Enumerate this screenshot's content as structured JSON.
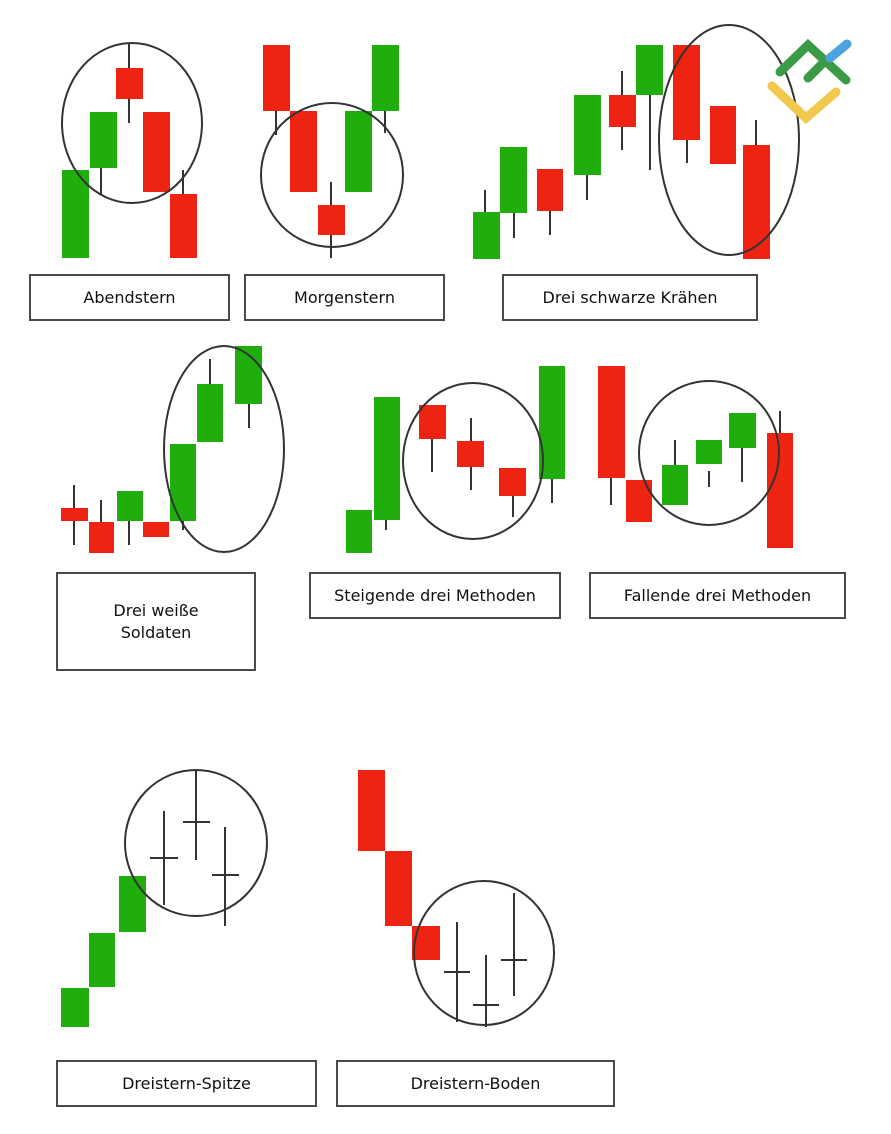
{
  "colors": {
    "bullish": "#1fae0c",
    "bearish": "#ee2412",
    "outline": "#333333"
  },
  "logo": {
    "name": "brand-logo",
    "colors": [
      "#3a9a45",
      "#4da3e0",
      "#f2c94c"
    ]
  },
  "patterns": [
    {
      "label": "Abendstern"
    },
    {
      "label": "Morgenstern"
    },
    {
      "label": "Drei schwarze Krähen"
    },
    {
      "label_line1": "Drei weiße",
      "label_line2": "Soldaten"
    },
    {
      "label": "Steigende drei Methoden"
    },
    {
      "label": "Fallende drei Methoden"
    },
    {
      "label": "Dreistern-Spitze"
    },
    {
      "label": "Dreistern-Boden"
    }
  ]
}
